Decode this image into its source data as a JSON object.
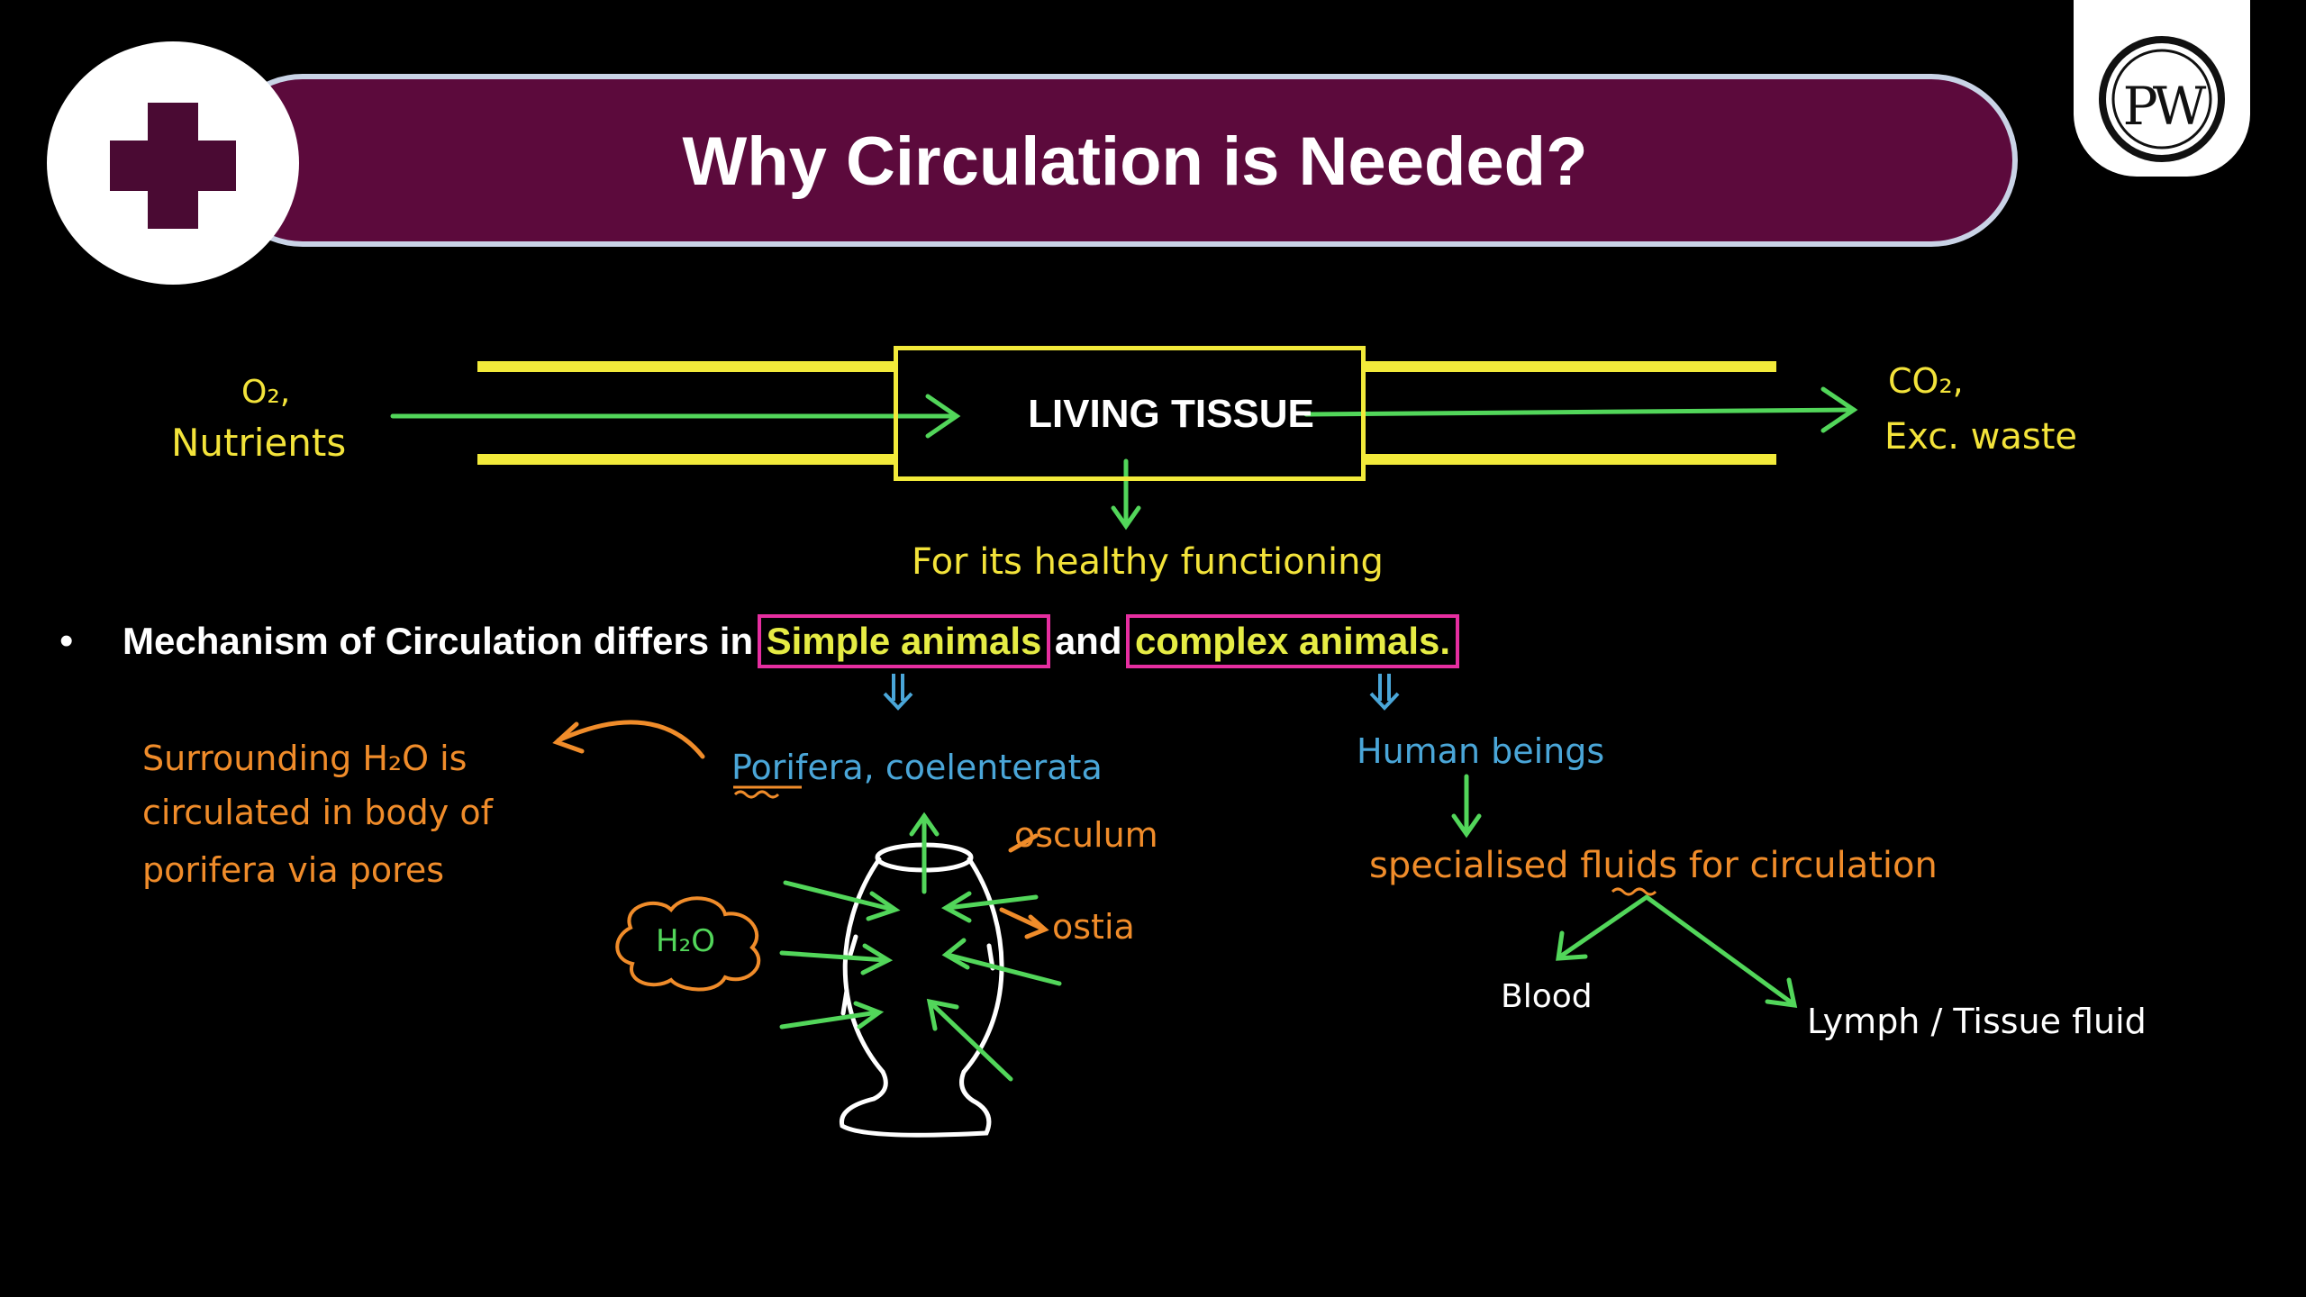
{
  "title": "Why Circulation is Needed?",
  "logo": {
    "text": "PW"
  },
  "diagram": {
    "input_label_line1": "O₂,",
    "input_label_line2": "Nutrients",
    "center_label": "LIVING TISSUE",
    "output_label_line1": "CO₂,",
    "output_label_line2": "Exc. waste",
    "below_label": "For its healthy functioning"
  },
  "bullet": {
    "marker": "•",
    "text_before": "Mechanism of Circulation differs in",
    "highlight_1": "Simple animals",
    "text_middle": "and",
    "highlight_2": "complex animals."
  },
  "notes": {
    "simple_branch": "Porifera, coelenterata",
    "porifera_note_line1": "Surrounding H₂O is",
    "porifera_note_line2": "circulated in body of",
    "porifera_note_line3": "porifera via pores",
    "osculum": "osculum",
    "ostia": "ostia",
    "water": "H₂O",
    "complex_branch": "Human beings",
    "specialised": "specialised fluids for circulation",
    "blood": "Blood",
    "lymph": "Lymph / Tissue fluid"
  },
  "colors": {
    "banner": "#5c0a3c",
    "yellow": "#f3e33a",
    "green": "#52d65a",
    "magenta": "#e62ea0",
    "orange": "#f08c2a",
    "blue": "#4aa6d8"
  }
}
